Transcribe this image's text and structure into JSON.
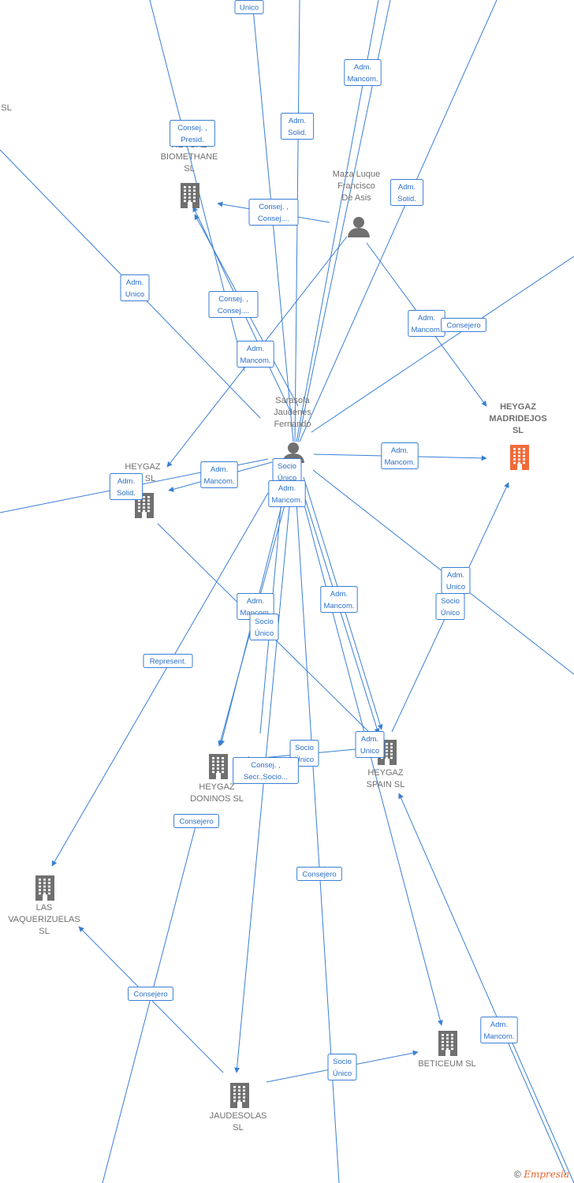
{
  "colors": {
    "edge": "#3a7fd5",
    "label_text": "#2a6fc9",
    "company_icon": "#707070",
    "focus_icon": "#f26a3a",
    "person_icon": "#707070"
  },
  "nodes": [
    {
      "id": "heygaz-biomethane",
      "kind": "company",
      "icon": "building-icon",
      "lines": [
        "HEYGAZ",
        "BIOMETHANE",
        "SL"
      ]
    },
    {
      "id": "maza-luque",
      "kind": "person",
      "icon": "person-icon",
      "lines": [
        "Maza Luque",
        "Francisco",
        "De Asis"
      ]
    },
    {
      "id": "heygaz-madridejos",
      "kind": "focus",
      "icon": "building-icon",
      "lines": [
        "HEYGAZ",
        "MADRIDEJOS",
        "SL"
      ]
    },
    {
      "id": "sarasola",
      "kind": "person",
      "icon": "person-icon",
      "lines": [
        "Sarasola",
        "Jaudenes",
        "Fernando"
      ]
    },
    {
      "id": "heygaz-ma",
      "kind": "company",
      "icon": "building-icon",
      "lines": [
        "HEYGAZ",
        "MA SL"
      ]
    },
    {
      "id": "heygaz-doninos",
      "kind": "company",
      "icon": "building-icon",
      "lines": [
        "HEYGAZ",
        "DONINOS SL"
      ]
    },
    {
      "id": "heygaz-spain",
      "kind": "company",
      "icon": "building-icon",
      "lines": [
        "HEYGAZ",
        "SPAIN SL"
      ]
    },
    {
      "id": "las-vaquerizuelas",
      "kind": "company",
      "icon": "building-icon",
      "lines": [
        "LAS",
        "VAQUERIZUELAS",
        "SL"
      ]
    },
    {
      "id": "beticeum",
      "kind": "company",
      "icon": "building-icon",
      "lines": [
        "BETICEUM SL"
      ]
    },
    {
      "id": "jaudesolas",
      "kind": "company",
      "icon": "building-icon",
      "lines": [
        "JAUDESOLAS",
        "SL"
      ]
    },
    {
      "id": "edge-left-sl",
      "kind": "fragment",
      "icon": "",
      "lines": [
        "SL"
      ]
    }
  ],
  "edge_labels": [
    [
      "Unico"
    ],
    [
      "Adm.",
      "Mancom."
    ],
    [
      "Adm.",
      "Solid."
    ],
    [
      "Consej. ,",
      "Presid."
    ],
    [
      "Adm.",
      "Solid."
    ],
    [
      "Consej. ,",
      "Consej...."
    ],
    [
      "Adm.",
      "Unico"
    ],
    [
      "Consej. ,",
      "Consej...."
    ],
    [
      "Adm.",
      "Mancom."
    ],
    [
      "Adm.",
      "Mancom."
    ],
    [
      "Consejero"
    ],
    [
      "Adm.",
      "Mancom."
    ],
    [
      "Adm.",
      "Mancom."
    ],
    [
      "Adm.",
      "Solid."
    ],
    [
      "Socio",
      "Único"
    ],
    [
      "Adm.",
      "Mancom."
    ],
    [
      "Adm.",
      "Unico"
    ],
    [
      "Socio",
      "Único"
    ],
    [
      "Adm.",
      "Mancom."
    ],
    [
      "Socio",
      "Único"
    ],
    [
      "Adm.",
      "Mancom."
    ],
    [
      "Represent."
    ],
    [
      "Socio",
      "Único"
    ],
    [
      "Adm.",
      "Unico"
    ],
    [
      "Consej. ,",
      "Secr.,Socio..."
    ],
    [
      "Consejero"
    ],
    [
      "Consejero"
    ],
    [
      "Consejero"
    ],
    [
      "Socio",
      "Único"
    ],
    [
      "Adm.",
      "Mancom."
    ]
  ],
  "footer": {
    "copyright": "©",
    "brand": "Empresia"
  }
}
